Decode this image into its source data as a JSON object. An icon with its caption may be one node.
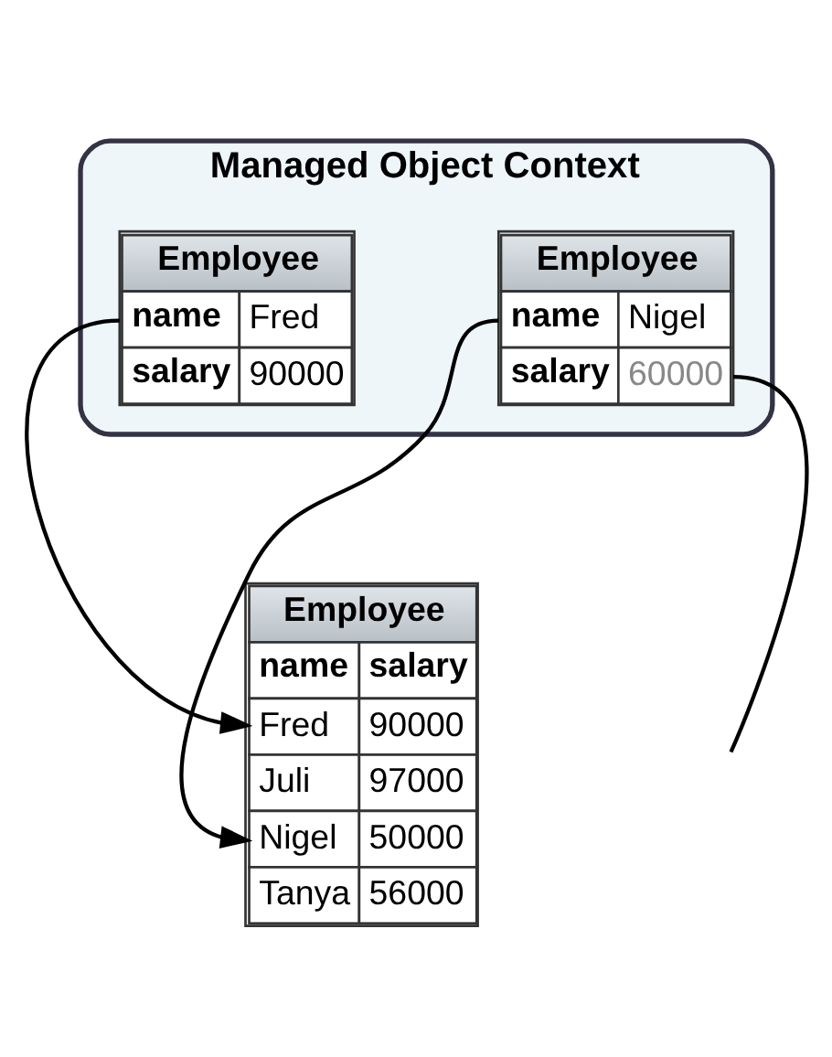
{
  "diagram": {
    "nodes": [
      {
        "text": [
          "Managed Object Context"
        ]
      },
      {
        "text": [
          "Employee",
          "name",
          "Fred",
          "salary",
          "90000"
        ],
        "in": 0
      },
      {
        "text": [
          "Employee",
          "name",
          "Nigel",
          "salary",
          "60000"
        ],
        "in": 0
      },
      {
        "text": [
          "Employee",
          "name",
          "salary",
          "Fred",
          "90000",
          "Juli",
          "97000",
          "Nigel",
          "50000",
          "Tanya",
          "56000"
        ]
      }
    ],
    "edges": [
      {
        "from": 1,
        "to": 3,
        "arrow": "to"
      },
      {
        "from": 2,
        "to": 3,
        "arrow": "to"
      },
      {
        "from": 2,
        "to": null,
        "arrow": "none"
      }
    ]
  }
}
